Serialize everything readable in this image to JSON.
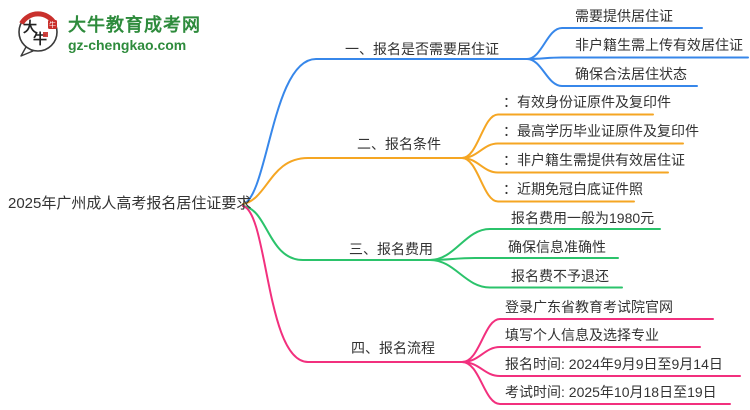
{
  "logo": {
    "icon_text_top": "大",
    "icon_text_bottom": "牛",
    "site_name": "大牛教育成考网",
    "site_url": "gz-chengkao.com",
    "brand_green": "#2E8B3C",
    "brand_red": "#C9302C"
  },
  "central": {
    "title": "2025年广州成人高考报名居住证要求"
  },
  "branches": [
    {
      "label": "一、报名是否需要居住证",
      "color": "#3787EA",
      "leaves": [
        "需要提供居住证",
        "非户籍生需上传有效居住证",
        "确保合法居住状态"
      ]
    },
    {
      "label": "二、报名条件",
      "color": "#F5A623",
      "leaves": [
        "：有效身份证原件及复印件",
        "：最高学历毕业证原件及复印件",
        "：非户籍生需提供有效居住证",
        "：近期免冠白底证件照"
      ]
    },
    {
      "label": "三、报名费用",
      "color": "#2BC36B",
      "leaves": [
        "报名费用一般为1980元",
        "确保信息准确性",
        "报名费不予退还"
      ]
    },
    {
      "label": "四、报名流程",
      "color": "#F2307E",
      "leaves": [
        "登录广东省教育考试院官网",
        "填写个人信息及选择专业",
        "报名时间: 2024年9月9日至9月14日",
        "考试时间: 2025年10月18日至19日"
      ]
    }
  ]
}
